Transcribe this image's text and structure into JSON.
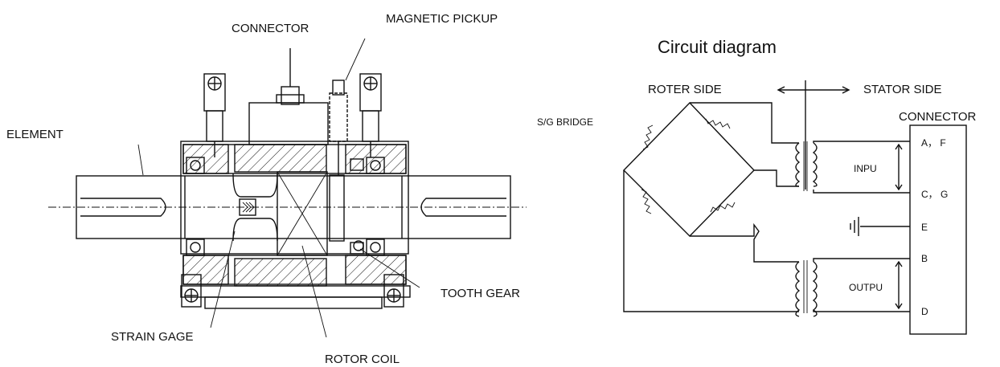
{
  "mechanical": {
    "labels": {
      "connector": "CONNECTOR",
      "magnetic_pickup": "MAGNETIC PICKUP",
      "element": "ELEMENT",
      "strain_gage": "STRAIN GAGE",
      "rotor_coil": "ROTOR COIL",
      "tooth_gear": "TOOTH GEAR"
    }
  },
  "circuit": {
    "title": "Circuit diagram",
    "roter_side": "ROTER SIDE",
    "stator_side": "STATOR SIDE",
    "connector": "CONNECTOR",
    "sg_bridge": "S/G BRIDGE",
    "input_label": "INPU",
    "output_label": "OUTPU",
    "terminals": {
      "af": "A， F",
      "cg": "C， G",
      "e": "E",
      "b": "B",
      "d": "D"
    }
  }
}
